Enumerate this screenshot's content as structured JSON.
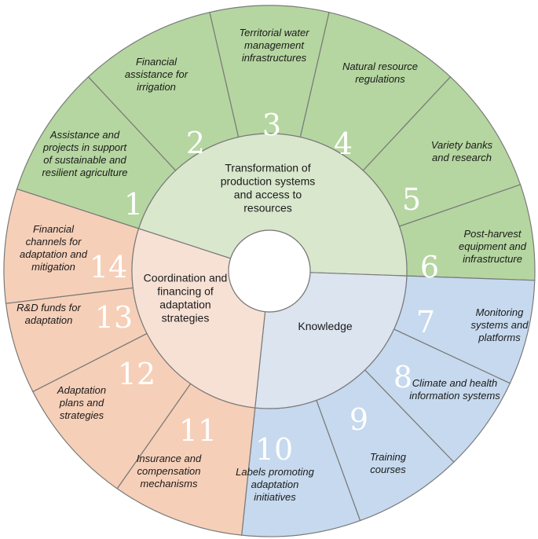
{
  "colors": {
    "transformation_outer": "#b5d6a0",
    "transformation_inner": "#d9e7cd",
    "coordination_outer": "#f6cfb8",
    "coordination_inner": "#f7e1d5",
    "knowledge_outer": "#c6d9ee",
    "knowledge_inner": "#dbe4ef",
    "stroke": "#7a7a7a",
    "center": "#ffffff"
  },
  "inner_sectors": [
    {
      "id": "transformation",
      "label": [
        "Transformation of",
        "production systems",
        "and access to",
        "resources"
      ]
    },
    {
      "id": "knowledge",
      "label": [
        "Knowledge"
      ]
    },
    {
      "id": "coordination",
      "label": [
        "Coordination and",
        "financing of",
        "adaptation",
        "strategies"
      ]
    }
  ],
  "outer_segments": [
    {
      "number": "1",
      "group": "transformation",
      "label": [
        "Assistance and",
        "projects in support",
        "of sustainable and",
        "resilient agriculture"
      ]
    },
    {
      "number": "2",
      "group": "transformation",
      "label": [
        "Financial",
        "assistance for",
        "irrigation"
      ]
    },
    {
      "number": "3",
      "group": "transformation",
      "label": [
        "Territorial water",
        "management",
        "infrastructures"
      ]
    },
    {
      "number": "4",
      "group": "transformation",
      "label": [
        "Natural resource",
        "regulations"
      ]
    },
    {
      "number": "5",
      "group": "transformation",
      "label": [
        "Variety banks",
        "and research"
      ]
    },
    {
      "number": "6",
      "group": "transformation",
      "label": [
        "Post-harvest",
        "equipment and",
        "infrastructure"
      ]
    },
    {
      "number": "7",
      "group": "knowledge",
      "label": [
        "Monitoring",
        "systems and",
        "platforms"
      ]
    },
    {
      "number": "8",
      "group": "knowledge",
      "label": [
        "Climate and health",
        "information systems"
      ]
    },
    {
      "number": "9",
      "group": "knowledge",
      "label": [
        "Training",
        "courses"
      ]
    },
    {
      "number": "10",
      "group": "knowledge",
      "label": [
        "Labels promoting",
        "adaptation",
        "initiatives"
      ]
    },
    {
      "number": "11",
      "group": "coordination",
      "label": [
        "Insurance and",
        "compensation",
        "mechanisms"
      ]
    },
    {
      "number": "12",
      "group": "coordination",
      "label": [
        "Adaptation",
        "plans and",
        "strategies"
      ]
    },
    {
      "number": "13",
      "group": "coordination",
      "label": [
        "R&D funds for",
        "adaptation"
      ]
    },
    {
      "number": "14",
      "group": "coordination",
      "label": [
        "Financial",
        "channels for",
        "adaptation and",
        "mitigation"
      ]
    }
  ]
}
